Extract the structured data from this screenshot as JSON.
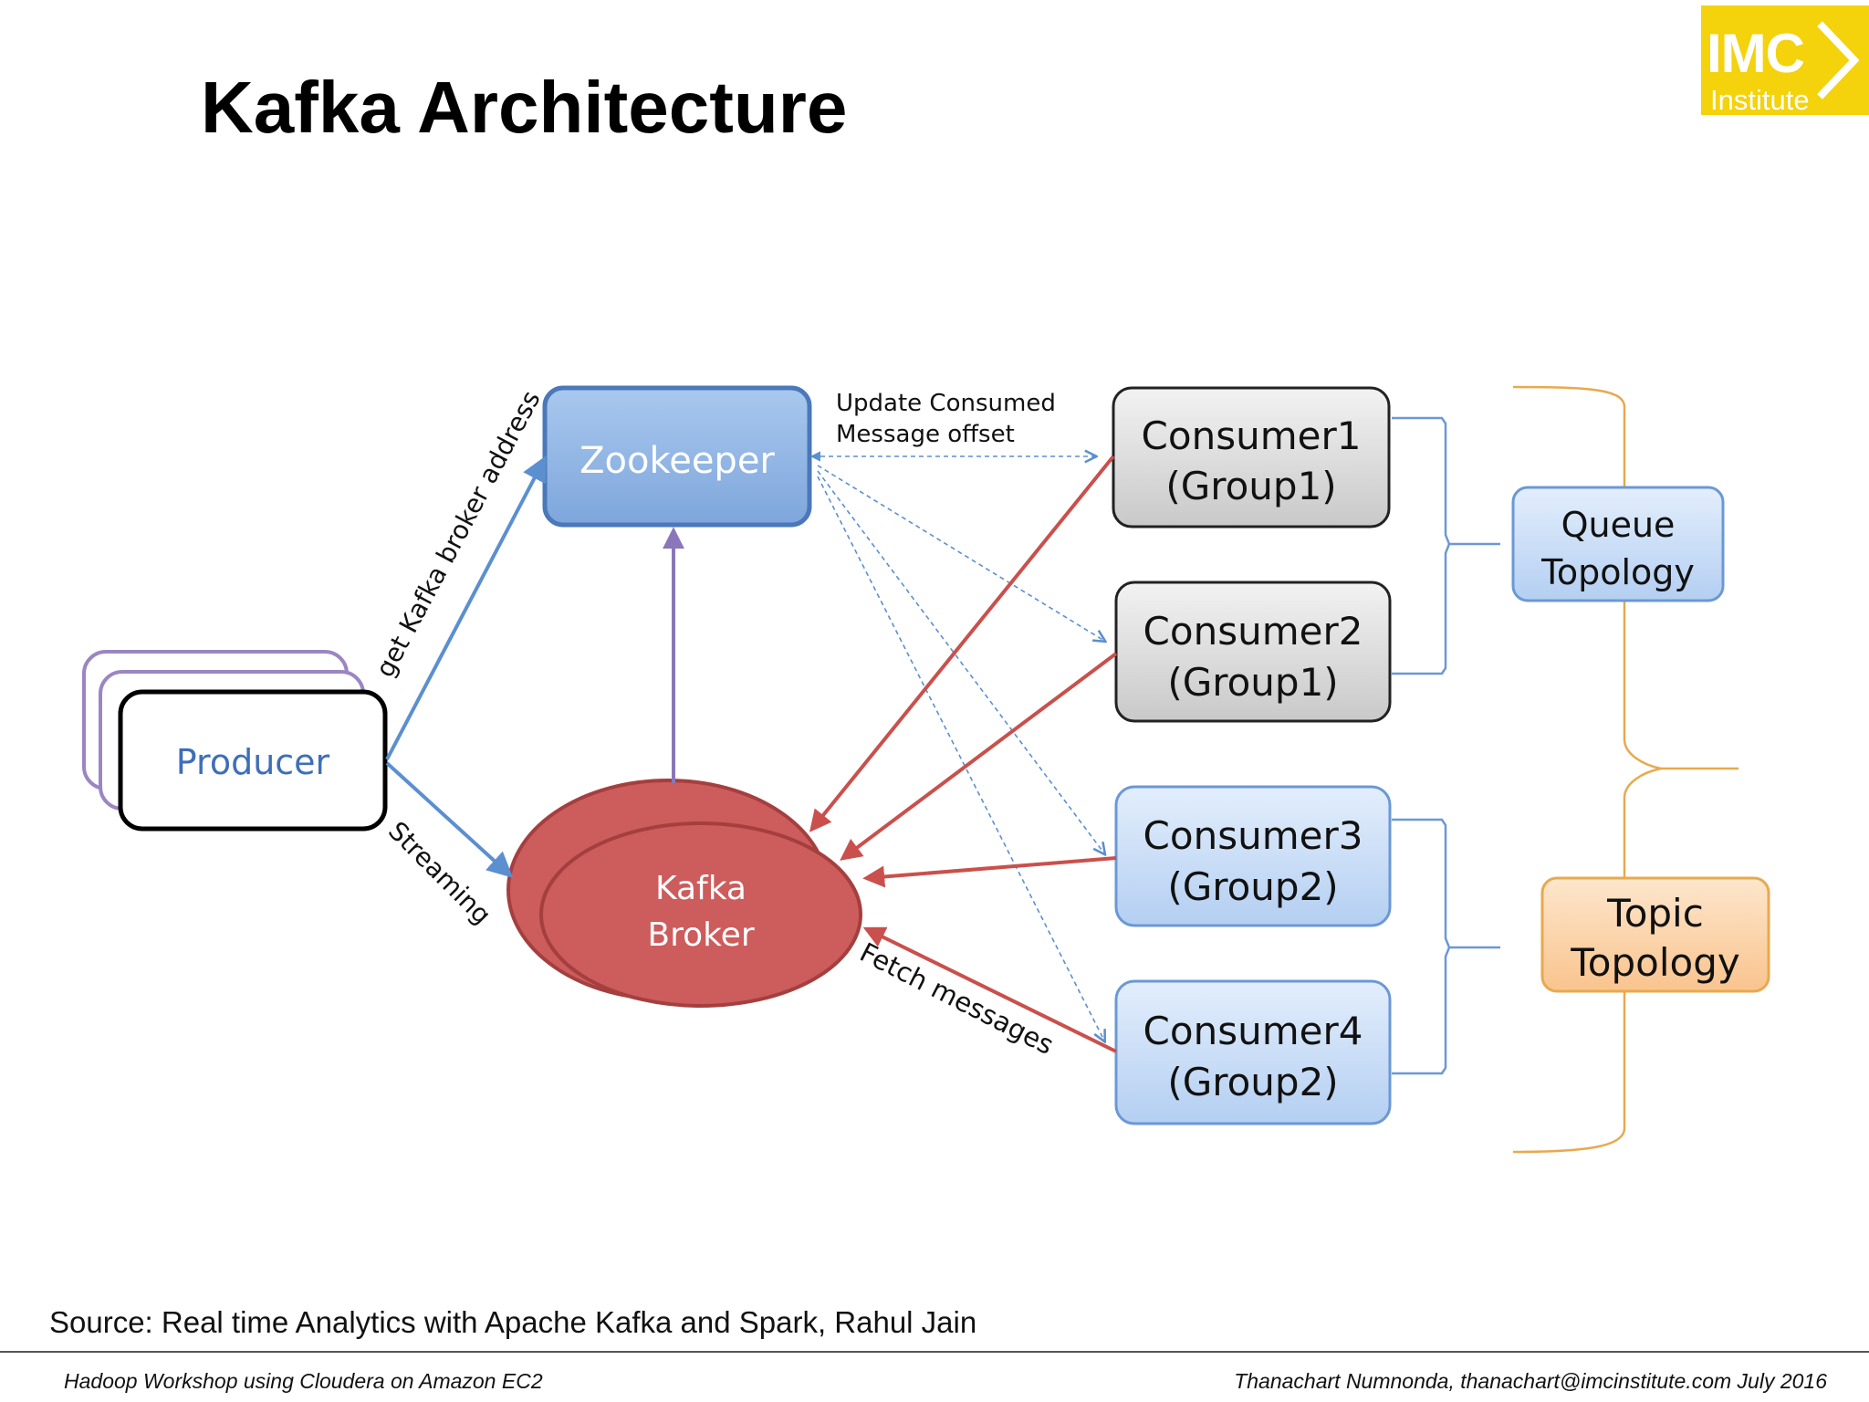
{
  "slide": {
    "title": "Kafka Architecture",
    "source": "Source: Real time Analytics with Apache Kafka and Spark, Rahul Jain"
  },
  "logo": {
    "main": "IMC",
    "sub": "Institute",
    "color": "#f4d20c"
  },
  "footer": {
    "left": "Hadoop Workshop using Cloudera on Amazon EC2",
    "right": "Thanachart Numnonda,  thanachart@imcinstitute.com  July 2016"
  },
  "diagram": {
    "producer": "Producer",
    "zookeeper": "Zookeeper",
    "broker": [
      "Kafka",
      "Broker"
    ],
    "consumers": [
      {
        "name": "Consumer1",
        "group": "(Group1)"
      },
      {
        "name": "Consumer2",
        "group": "(Group1)"
      },
      {
        "name": "Consumer3",
        "group": "(Group2)"
      },
      {
        "name": "Consumer4",
        "group": "(Group2)"
      }
    ],
    "queue_topology": [
      "Queue",
      "Topology"
    ],
    "topic_topology": [
      "Topic",
      "Topology"
    ],
    "edge_labels": {
      "get_broker": "get Kafka broker address",
      "streaming": "Streaming",
      "update_offset": [
        "Update Consumed",
        "Message offset"
      ],
      "fetch": "Fetch messages"
    },
    "colors": {
      "zookeeper": "#8db3e2",
      "broker": "#cd5c5c",
      "consumer_gray": "#d9d9d9",
      "consumer_blue": "#c6dbf7",
      "queue_box": "#c6dbf7",
      "topic_box": "#fbd4a8",
      "blue_arrow": "#5b8fd0",
      "red_arrow": "#c9504c",
      "purple_arrow": "#8a76b8",
      "brace_orange": "#e8a94d"
    }
  }
}
